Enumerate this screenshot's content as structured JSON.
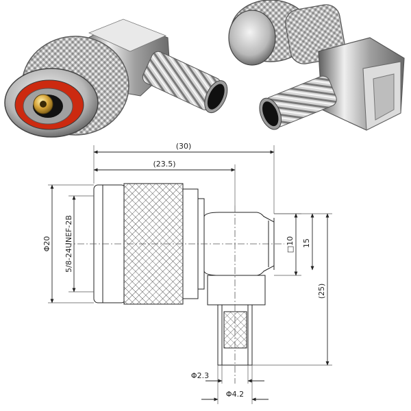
{
  "photos": {
    "left_view": "connector-photo-front-angle",
    "right_view": "connector-photo-rear-angle"
  },
  "drawing": {
    "dims": {
      "overall_length": "(30)",
      "length_to_axis": "(23.5)",
      "outer_diameter": "Φ20",
      "thread_spec": "5/8-24UNEF-2B",
      "square_body": "□10",
      "axis_height": "15",
      "overall_height": "(25)",
      "inner_ferrule_dia": "Φ2.3",
      "outer_ferrule_dia": "Φ4.2"
    }
  }
}
